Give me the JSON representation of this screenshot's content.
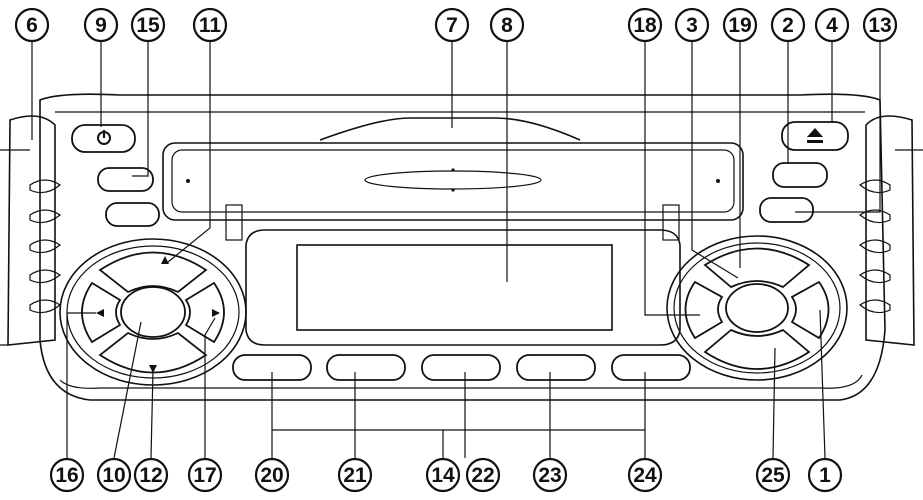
{
  "callouts": {
    "c1": "1",
    "c2": "2",
    "c3": "3",
    "c4": "4",
    "c5": "6",
    "c6": "7",
    "c7": "8",
    "c8": "9",
    "c9": "10",
    "c10": "11",
    "c11": "12",
    "c12": "13",
    "c13": "14",
    "c14": "15",
    "c15": "16",
    "c16": "17",
    "c17": "18",
    "c18": "19",
    "c19": "20",
    "c20": "21",
    "c21": "22",
    "c22": "23",
    "c23": "24",
    "c24": "25"
  },
  "icons": {
    "power": "power-icon",
    "eject": "eject-icon",
    "up": "arrow-up-icon",
    "down": "arrow-down-icon",
    "left": "arrow-left-icon",
    "right": "arrow-right-icon"
  },
  "colors": {
    "ink": "#111111",
    "paper": "#ffffff"
  }
}
